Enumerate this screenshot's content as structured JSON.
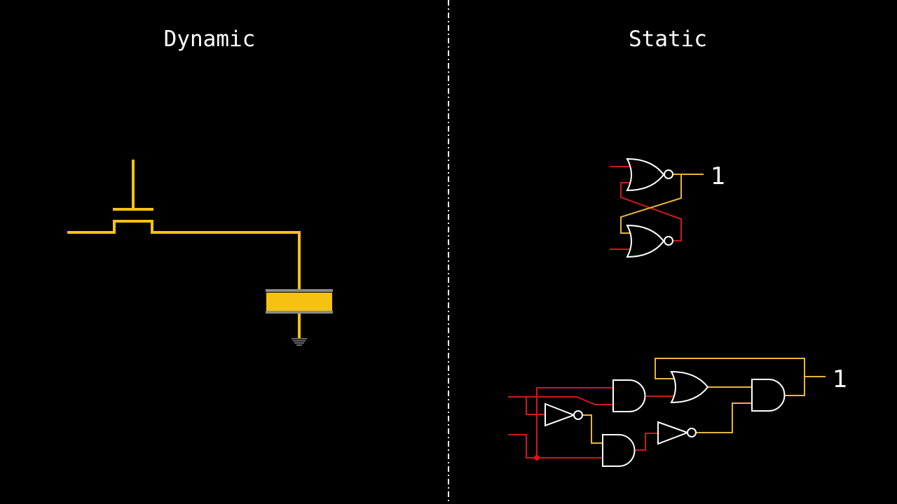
{
  "titles": {
    "left": "Dynamic",
    "right": "Static"
  },
  "latch": {
    "output_label": "1"
  },
  "logic_circuit": {
    "output_label": "1"
  },
  "colors": {
    "capacitor_yellow": "#f5c211",
    "active_wire": "#e8b43a",
    "inactive_wire": "#d0181c",
    "divider": "#ffffff"
  }
}
